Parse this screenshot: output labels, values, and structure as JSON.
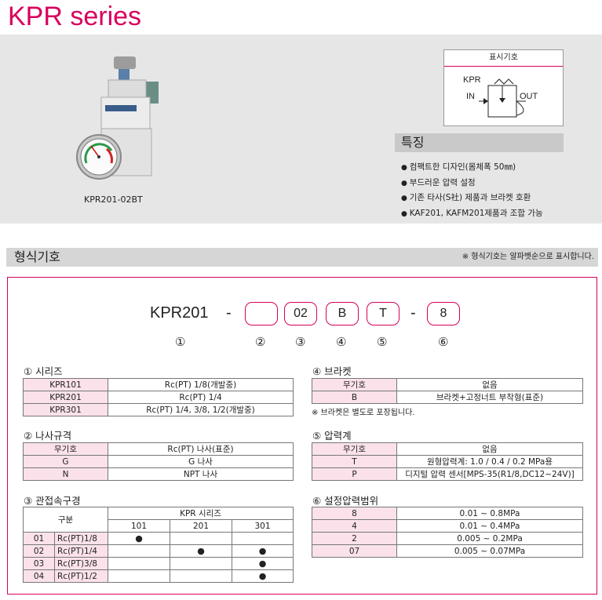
{
  "title": "KPR series",
  "product": {
    "caption": "KPR201-02BT"
  },
  "symbol": {
    "header": "표시기호",
    "label_kpr": "KPR",
    "label_in": "IN",
    "label_out": "OUT"
  },
  "features": {
    "title": "특징",
    "items": [
      "컴팩트한 디자인(몸체폭 50㎜)",
      "부드러운 압력 설정",
      "기존 타사(S社) 제품과 브라켓 호환",
      "KAF201, KAFM201제품과 조합 가능"
    ]
  },
  "model_code": {
    "title": "형식기호",
    "note": "※ 형식기호는 알파벳순으로 표시합니다.",
    "base": "KPR201",
    "dash1": "-",
    "dash2": "-",
    "boxes": [
      "",
      "02",
      "B",
      "T",
      "8"
    ],
    "numbers": [
      "①",
      "②",
      "③",
      "④",
      "⑤",
      "⑥"
    ]
  },
  "series": {
    "title": "① 시리즈",
    "rows": [
      [
        "KPR101",
        "Rc(PT) 1/8(개발중)"
      ],
      [
        "KPR201",
        "Rc(PT) 1/4"
      ],
      [
        "KPR301",
        "Rc(PT) 1/4, 3/8, 1/2(개발중)"
      ]
    ]
  },
  "thread": {
    "title": "② 나사규격",
    "rows": [
      [
        "무기호",
        "Rc(PT) 나사(표준)"
      ],
      [
        "G",
        "G 나사"
      ],
      [
        "N",
        "NPT 나사"
      ]
    ]
  },
  "port": {
    "title": "③ 관접속구경",
    "header_group": "구분",
    "header_series": "KPR 시리즈",
    "cols": [
      "101",
      "201",
      "301"
    ],
    "rows": [
      {
        "code": "01",
        "size": "Rc(PT)1/8"
      },
      {
        "code": "02",
        "size": "Rc(PT)1/4"
      },
      {
        "code": "03",
        "size": "Rc(PT)3/8"
      },
      {
        "code": "04",
        "size": "Rc(PT)1/2"
      }
    ],
    "dot": "●"
  },
  "bracket": {
    "title": "④ 브라켓",
    "rows": [
      [
        "무기호",
        "없음"
      ],
      [
        "B",
        "브라켓+고정너트 부착형(표준)"
      ]
    ],
    "note": "※ 브라켓은 별도로 포장됩니다."
  },
  "gauge": {
    "title": "⑤ 압력계",
    "rows": [
      [
        "무기호",
        "없음"
      ],
      [
        "T",
        "원형압력계: 1.0 / 0.4 / 0.2 MPa용"
      ],
      [
        "P",
        "디지털 압력 센서[MPS-35(R1/8,DC12~24V)]"
      ]
    ]
  },
  "pressure": {
    "title": "⑥ 설정압력범위",
    "rows": [
      [
        "8",
        "0.01 ~ 0.8MPa"
      ],
      [
        "4",
        "0.01 ~ 0.4MPa"
      ],
      [
        "2",
        "0.005 ~ 0.2MPa"
      ],
      [
        "07",
        "0.005 ~ 0.07MPa"
      ]
    ]
  }
}
